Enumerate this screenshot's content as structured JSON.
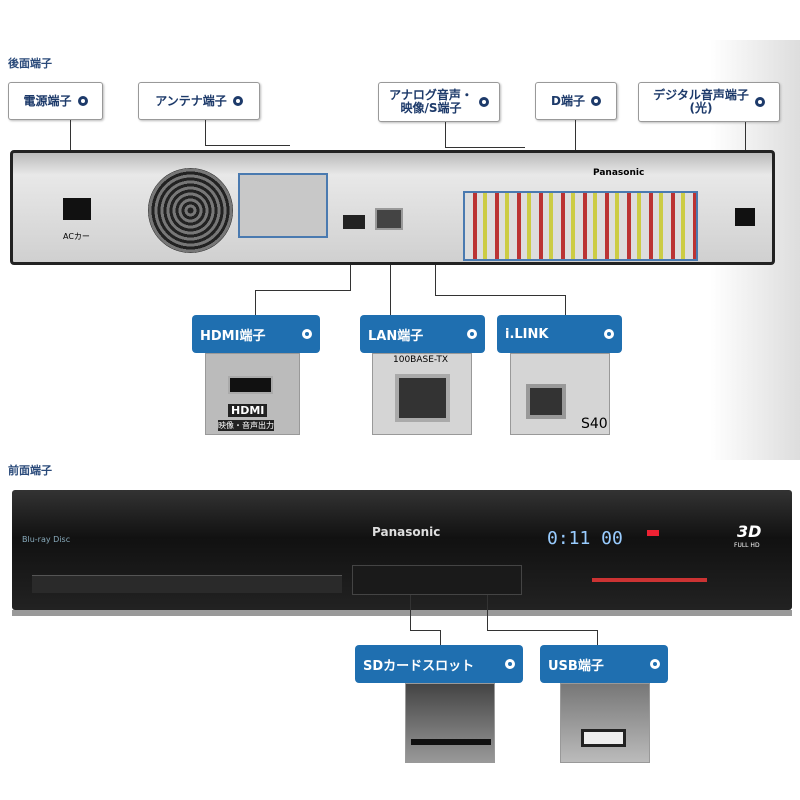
{
  "rear_section": {
    "title": "後面端子",
    "labels": {
      "power": "電源端子",
      "antenna": "アンテナ端子",
      "analog_line1": "アナログ音声・",
      "analog_line2": "映像/S端子",
      "d_terminal": "D端子",
      "digital_line1": "デジタル音声端子",
      "digital_line2": "(光)"
    },
    "callouts": {
      "hdmi": "HDMI端子",
      "lan": "LAN端子",
      "ilink": "i.LINK"
    },
    "device_text": {
      "ac": "ACカー",
      "brand": "Panasonic",
      "lan_spec": "100BASE-TX",
      "ilink_spec": "S40",
      "hdmi_logo": "HDMI",
      "hdmi_caption": "映像・音声出力"
    }
  },
  "front_section": {
    "title": "前面端子",
    "device_text": {
      "brand": "Panasonic",
      "display": "0:11 00",
      "badge_3d": "3D",
      "badge_full_hd": "FULL HD",
      "bluray": "Blu-ray Disc"
    },
    "callouts": {
      "sd": "SDカードスロット",
      "usb": "USB端子"
    }
  },
  "colors": {
    "callout_blue": "#1f6fb0",
    "label_text": "#1d3a6a"
  }
}
